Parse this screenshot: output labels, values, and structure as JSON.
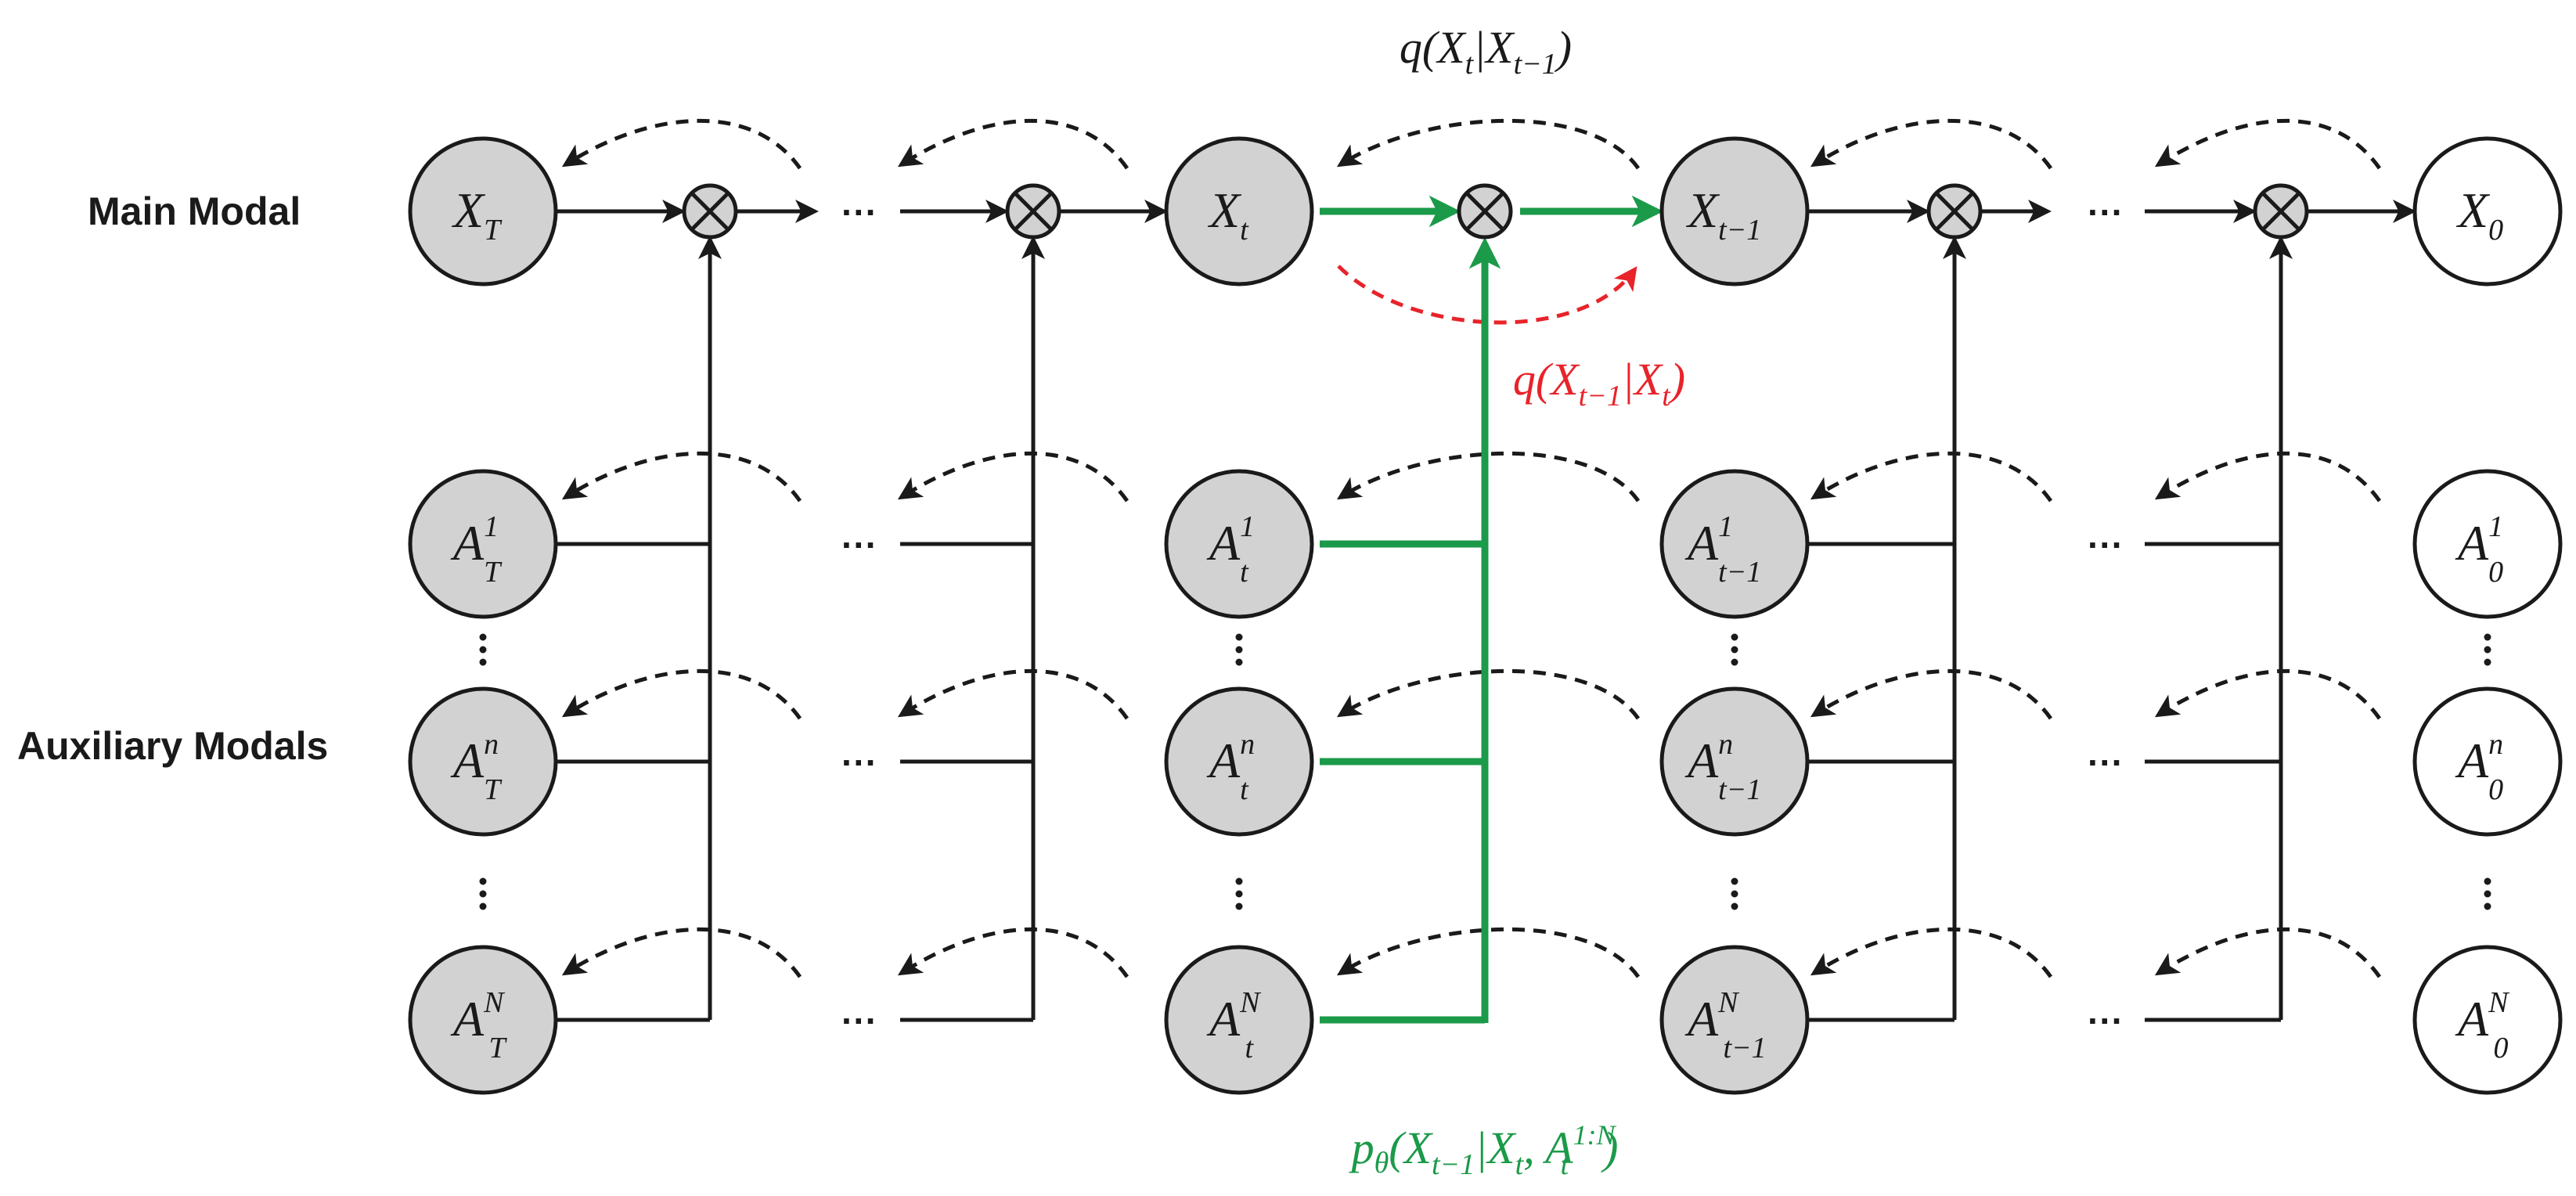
{
  "colors": {
    "node_fill": "#d2d2d2",
    "node_open_fill": "#ffffff",
    "stroke": "#1a1a1a",
    "highlight": "#1b9a49",
    "reverse": "#e8232a"
  },
  "row_labels": {
    "main": "Main Modal",
    "auxiliary": "Auxiliary Modals"
  },
  "ellipsis": "···",
  "nodes": {
    "main": [
      {
        "base": "X",
        "sub": "T",
        "sup": ""
      },
      {
        "base": "X",
        "sub": "t",
        "sup": ""
      },
      {
        "base": "X",
        "sub": "t−1",
        "sup": ""
      },
      {
        "base": "X",
        "sub": "0",
        "sup": ""
      }
    ],
    "aux_1": [
      {
        "base": "A",
        "sub": "T",
        "sup": "1"
      },
      {
        "base": "A",
        "sub": "t",
        "sup": "1"
      },
      {
        "base": "A",
        "sub": "t−1",
        "sup": "1"
      },
      {
        "base": "A",
        "sub": "0",
        "sup": "1"
      }
    ],
    "aux_n": [
      {
        "base": "A",
        "sub": "T",
        "sup": "n"
      },
      {
        "base": "A",
        "sub": "t",
        "sup": "n"
      },
      {
        "base": "A",
        "sub": "t−1",
        "sup": "n"
      },
      {
        "base": "A",
        "sub": "0",
        "sup": "n"
      }
    ],
    "aux_N": [
      {
        "base": "A",
        "sub": "T",
        "sup": "N"
      },
      {
        "base": "A",
        "sub": "t",
        "sup": "N"
      },
      {
        "base": "A",
        "sub": "t−1",
        "sup": "N"
      },
      {
        "base": "A",
        "sub": "0",
        "sup": "N"
      }
    ]
  },
  "formulas": {
    "forward": {
      "head": "q(X",
      "s1": "t",
      "mid": "|X",
      "s2": "t−1",
      "tail": ")"
    },
    "posterior": {
      "head": "q(X",
      "s1": "t−1",
      "mid": "|X",
      "s2": "t",
      "tail": ")"
    },
    "model": {
      "head": "p",
      "theta": "θ",
      "open": "(X",
      "s1": "t−1",
      "mid": "|X",
      "s2": "t",
      "comma": ", A",
      "sup": "1:N",
      "s3": "t",
      "tail": ")"
    }
  }
}
